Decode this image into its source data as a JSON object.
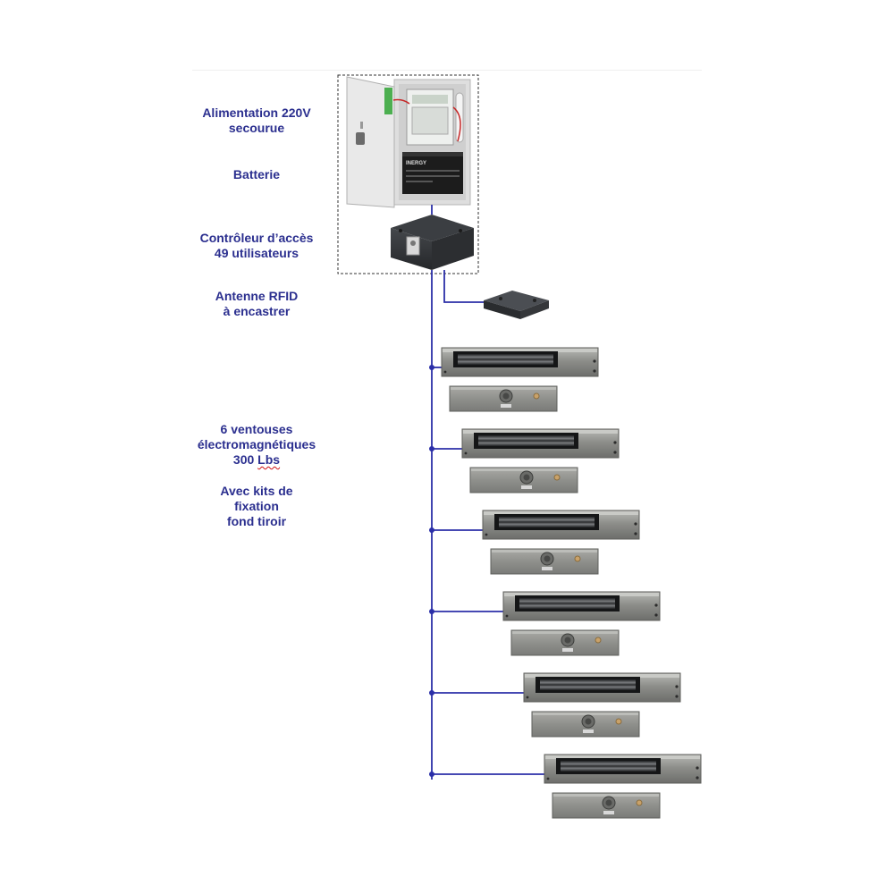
{
  "labels": {
    "power_supply": [
      "Alimentation 220V",
      "secourue"
    ],
    "battery": "Batterie",
    "controller": [
      "Contrôleur d’accès",
      "49 utilisateurs"
    ],
    "antenna": [
      "Antenne RFID",
      "à encastrer"
    ],
    "locks": [
      "6 ventouses",
      "électromagnétiques"
    ],
    "locks_rating": "300",
    "locks_rating_unit": "Lbs",
    "mounting": [
      "Avec kits de",
      "fixation",
      "fond tiroir"
    ]
  },
  "battery_brand": "INERGY",
  "lock_count": 6,
  "colors": {
    "label_text": "#2b2f8f",
    "wire": "#2b2fa8",
    "cabinet": "#e4e4e4",
    "steel": "#8e8f8c",
    "device_dark": "#2f3236"
  }
}
